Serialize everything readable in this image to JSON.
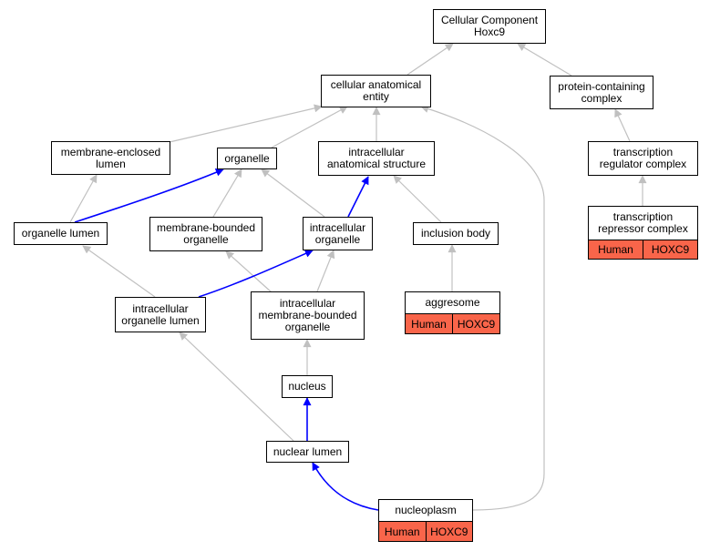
{
  "nodes": {
    "root": "Cellular Component\nHoxc9",
    "cellular_anatomical_entity": "cellular anatomical\nentity",
    "protein_containing_complex": "protein-containing\ncomplex",
    "membrane_enclosed_lumen": "membrane-enclosed\nlumen",
    "organelle": "organelle",
    "intracellular_anatomical_structure": "intracellular\nanatomical structure",
    "transcription_regulator_complex": "transcription\nregulator complex",
    "organelle_lumen": "organelle lumen",
    "membrane_bounded_organelle": "membrane-bounded\norganelle",
    "intracellular_organelle": "intracellular\norganelle",
    "inclusion_body": "inclusion body",
    "transcription_repressor_complex": "transcription\nrepressor complex",
    "intracellular_organelle_lumen": "intracellular\norganelle lumen",
    "intracellular_membrane_bounded_organelle": "intracellular\nmembrane-bounded\norganelle",
    "aggresome": "aggresome",
    "nucleus": "nucleus",
    "nuclear_lumen": "nuclear lumen",
    "nucleoplasm": "nucleoplasm"
  },
  "annotations": {
    "transcription_repressor_complex": [
      "Human",
      "HOXC9"
    ],
    "aggresome": [
      "Human",
      "HOXC9"
    ],
    "nucleoplasm": [
      "Human",
      "HOXC9"
    ]
  },
  "colors": {
    "highlight_edge": "#0000ff",
    "edge": "#c0c0c0",
    "annotation_fill": "#f9654a"
  }
}
